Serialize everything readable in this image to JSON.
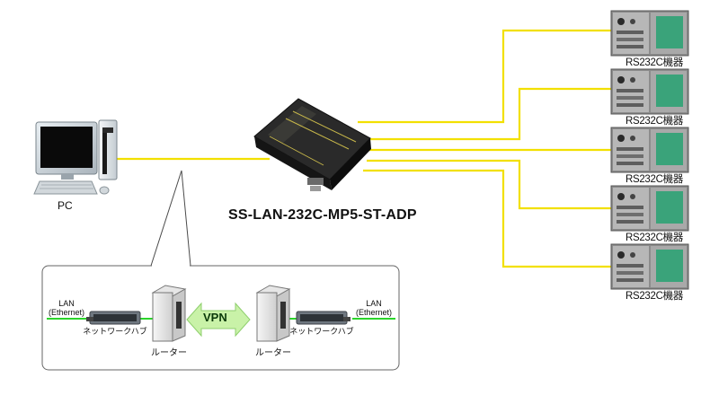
{
  "device": {
    "model": "SS-LAN-232C-MP5-ST-ADP"
  },
  "pc": {
    "label": "PC"
  },
  "rs232c_devices": [
    {
      "label": "RS232C機器"
    },
    {
      "label": "RS232C機器"
    },
    {
      "label": "RS232C機器"
    },
    {
      "label": "RS232C機器"
    },
    {
      "label": "RS232C機器"
    }
  ],
  "inset": {
    "lan_left": {
      "line1": "LAN",
      "line2": "(Ethernet)"
    },
    "lan_right": {
      "line1": "LAN",
      "line2": "(Ethernet)"
    },
    "hub_left": "ネットワークハブ",
    "hub_right": "ネットワークハブ",
    "router_left": "ルーター",
    "router_right": "ルーター",
    "vpn": "VPN"
  },
  "colors": {
    "serial_line": "#f2e000",
    "lan_line": "#2bd42b",
    "vpn_arrow": "#c9f2a8",
    "device_body": "#1d1d1d"
  }
}
